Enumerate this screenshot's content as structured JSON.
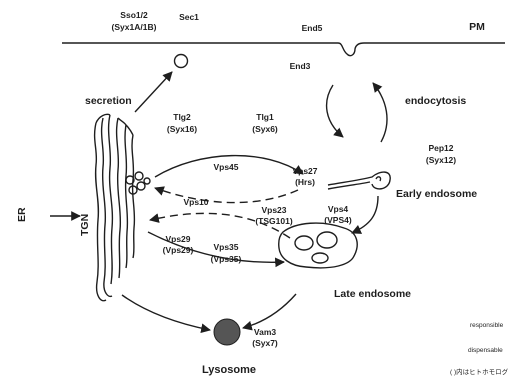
{
  "labels": {
    "sso": "Sso1/2",
    "syx1a1b": "(Syx1A/1B)",
    "sec1": "Sec1",
    "end5": "End5",
    "pm": "PM",
    "end3": "End3",
    "secretion": "secretion",
    "endocytosis": "endocytosis",
    "tlg2": "Tlg2",
    "syx16": "(Syx16)",
    "tlg1": "Tlg1",
    "syx6": "(Syx6)",
    "pep12": "Pep12",
    "syx12": "(Syx12)",
    "vps45": "Vps45",
    "vps27": "Vps27",
    "hrs": "(Hrs)",
    "early_endosome": "Early endosome",
    "vps10": "Vps10",
    "vps23": "Vps23",
    "tsg101": "(TSG101)",
    "vps4": "Vps4",
    "vps4h": "(VPS4)",
    "er": "ER",
    "tgn": "TGN",
    "vps29": "Vps29",
    "vps29h": "(Vps29)",
    "vps35": "Vps35",
    "vps35h": "(Vps35)",
    "late_endosome": "Late endosome",
    "vam3": "Vam3",
    "syx7": "(Syx7)",
    "lysosome": "Lysosome"
  },
  "legend": {
    "responsible": "responsible",
    "dispensable": "dispensable",
    "note": "( )内はヒトホモログ"
  }
}
